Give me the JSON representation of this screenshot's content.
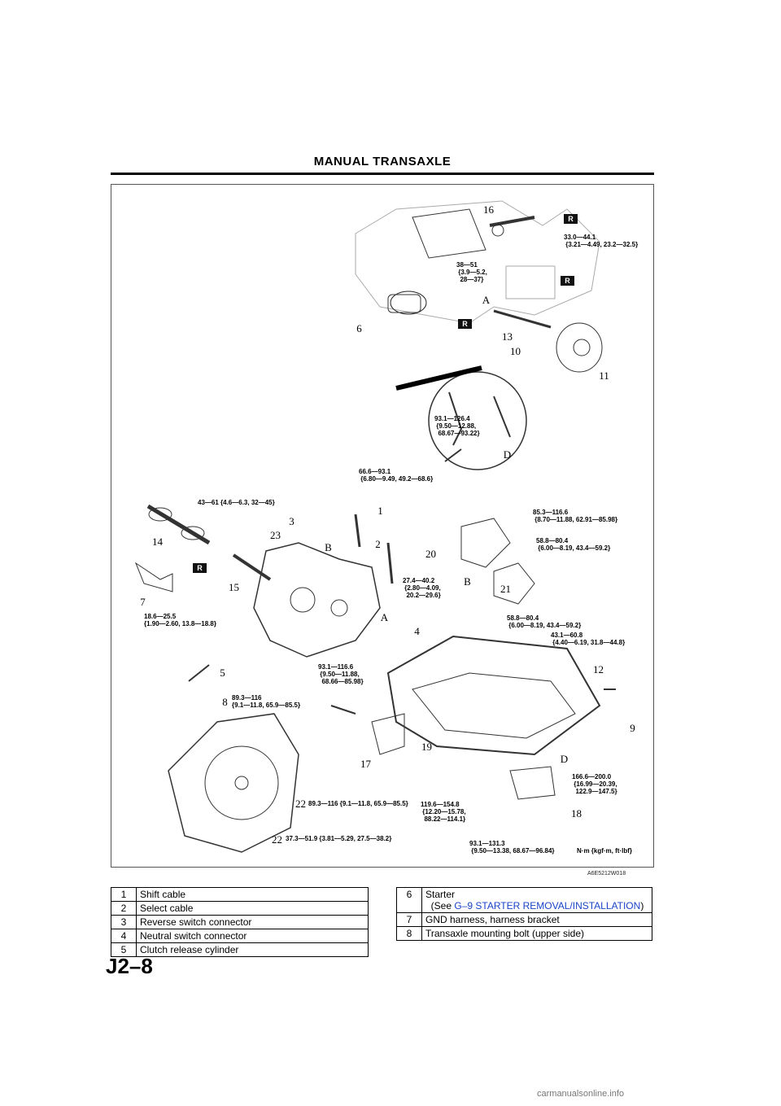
{
  "page": {
    "header_title": "MANUAL TRANSAXLE",
    "page_number": "J2–8",
    "figure_code": "A6E5212W018",
    "footer": "carmanualsonline.info"
  },
  "callouts": {
    "c1": "1",
    "c2": "2",
    "c3": "3",
    "c4": "4",
    "c5": "5",
    "c6": "6",
    "c7": "7",
    "c8": "8",
    "c9": "9",
    "c10": "10",
    "c11": "11",
    "c12": "12",
    "c13": "13",
    "c14": "14",
    "c15": "15",
    "c16": "16",
    "c17": "17",
    "c18": "18",
    "c19": "19",
    "c20": "20",
    "c21": "21",
    "c22a": "22",
    "c22b": "22",
    "c23": "23",
    "cA1": "A",
    "cA2": "A",
    "cB1": "B",
    "cB2": "B",
    "cD1": "D",
    "cD2": "D"
  },
  "r_marks": {
    "r1": "R",
    "r2": "R",
    "r3": "R",
    "r4": "R"
  },
  "torque": {
    "t1": "33.0—44.1\n {3.21—4.49, 23.2—32.5}",
    "t2": "38—51\n {3.9—5.2,\n  28—37}",
    "t3": "93.1—126.4\n {9.50—12.88,\n  68.67—93.22}",
    "t4": "66.6—93.1\n {6.80—9.49, 49.2—68.6}",
    "t5": "43—61 {4.6—6.3, 32—45}",
    "t6": "85.3—116.6\n {8.70—11.88, 62.91—85.98}",
    "t7": "58.8—80.4\n {6.00—8.19, 43.4—59.2}",
    "t8": "27.4—40.2\n {2.80—4.09,\n  20.2—29.6}",
    "t9": "18.6—25.5\n{1.90—2.60, 13.8—18.8}",
    "t10": "58.8—80.4\n {6.00—8.19, 43.4—59.2}",
    "t11": "43.1—60.8\n {4.40—6.19, 31.8—44.8}",
    "t12": "93.1—116.6\n {9.50—11.88,\n  68.66—85.98}",
    "t13": "89.3—116\n{9.1—11.8, 65.9—85.5}",
    "t14": "89.3—116 {9.1—11.8, 65.9—85.5}",
    "t15": "37.3—51.9 {3.81—5.29, 27.5—38.2}",
    "t16": "119.6—154.8\n {12.20—15.78,\n  88.22—114.1}",
    "t17": "166.6—200.0\n {16.99—20.39,\n  122.9—147.5}",
    "t18": "93.1—131.3\n {9.50—13.38, 68.67—96.84}",
    "units": "N·m {kgf·m, ft·lbf}"
  },
  "parts_left": [
    {
      "num": "1",
      "name": "Shift cable"
    },
    {
      "num": "2",
      "name": "Select cable"
    },
    {
      "num": "3",
      "name": "Reverse switch connector"
    },
    {
      "num": "4",
      "name": "Neutral switch connector"
    },
    {
      "num": "5",
      "name": "Clutch release cylinder"
    }
  ],
  "parts_right": [
    {
      "num": "6",
      "name": "Starter",
      "ref_prefix": "(See ",
      "ref_link": "G–9 STARTER REMOVAL/INSTALLATION",
      "ref_suffix": ")"
    },
    {
      "num": "7",
      "name": "GND harness, harness bracket"
    },
    {
      "num": "8",
      "name": "Transaxle mounting bolt (upper side)"
    }
  ]
}
